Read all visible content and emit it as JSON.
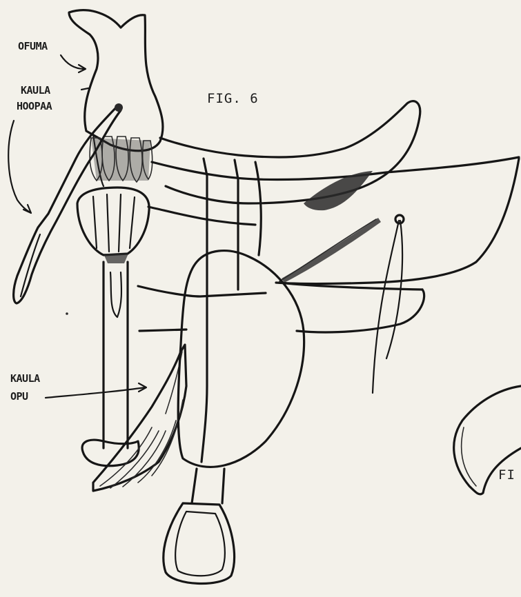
{
  "figure": {
    "title": "FIG.  6",
    "edge_label": "FI",
    "labels": {
      "ofuma": "OFUMA",
      "kaula_hoopaa_line1": "KAULA",
      "kaula_hoopaa_line2": "HOOPAA",
      "kaula_opu_line1": "KAULA",
      "kaula_opu_line2": "OPU"
    }
  }
}
